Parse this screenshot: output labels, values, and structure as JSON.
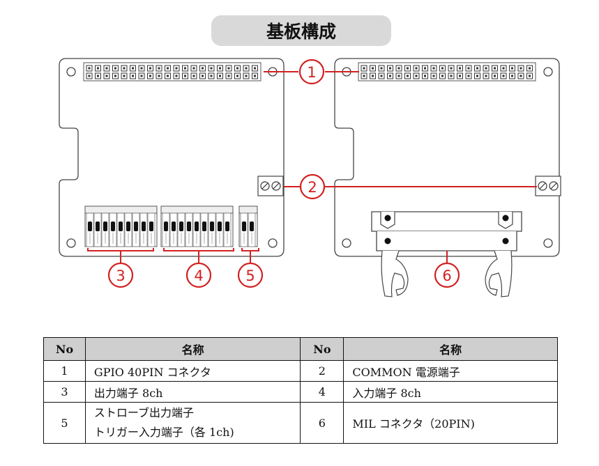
{
  "title": "基板構成",
  "callouts": [
    "1",
    "2",
    "3",
    "4",
    "5",
    "6"
  ],
  "table": {
    "headers": [
      "No",
      "名称",
      "No",
      "名称"
    ],
    "rows": [
      {
        "no_left": "1",
        "name_left": [
          "GPIO 40PIN コネクタ"
        ],
        "no_right": "2",
        "name_right": [
          "COMMON 電源端子"
        ]
      },
      {
        "no_left": "3",
        "name_left": [
          "出力端子 8ch"
        ],
        "no_right": "4",
        "name_right": [
          "入力端子 8ch"
        ]
      },
      {
        "no_left": "5",
        "name_left": [
          "ストローブ出力端子",
          "トリガー入力端子（各 1ch)"
        ],
        "no_right": "6",
        "name_right": [
          "MIL コネクタ（20PIN)"
        ]
      }
    ]
  },
  "colors": {
    "callout": "#d32020",
    "pill": "#d9d9d9",
    "table_header": "#cfcfcf"
  }
}
